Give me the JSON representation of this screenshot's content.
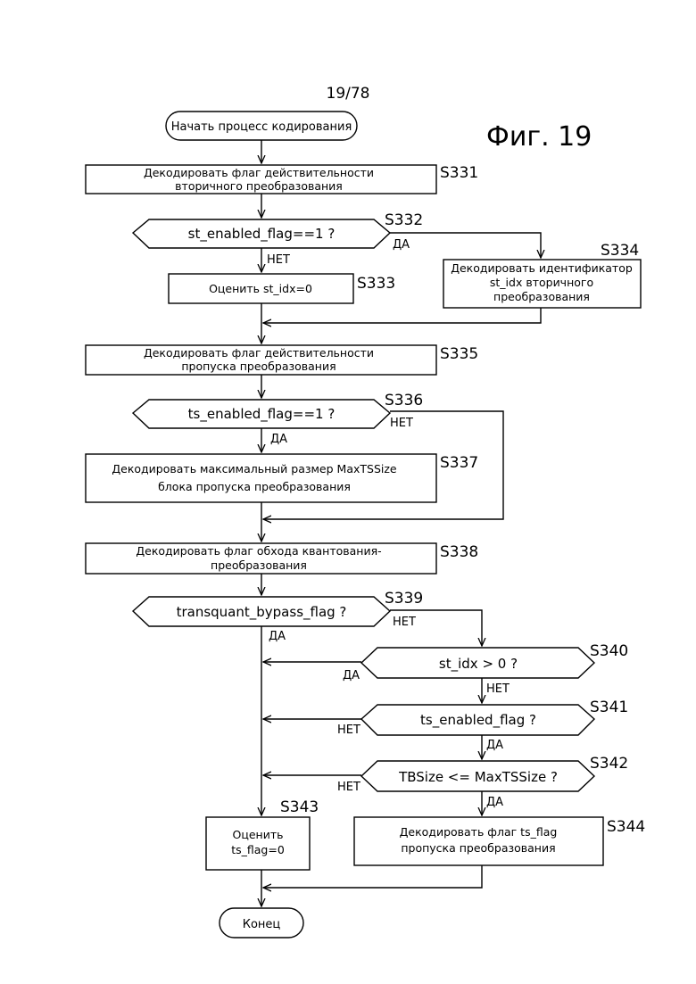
{
  "page_number": "19/78",
  "figure_title": "Фиг. 19",
  "nodes": {
    "start": {
      "text": "Начать процесс кодирования"
    },
    "s331": {
      "step": "S331",
      "lines": [
        "Декодировать флаг действительности",
        "вторичного преобразования"
      ]
    },
    "s332": {
      "step": "S332",
      "text": "st_enabled_flag==1 ?"
    },
    "s333": {
      "step": "S333",
      "text": "Оценить st_idx=0"
    },
    "s334": {
      "step": "S334",
      "lines": [
        "Декодировать идентификатор",
        "st_idx вторичного",
        "преобразования"
      ]
    },
    "s335": {
      "step": "S335",
      "lines": [
        "Декодировать флаг действительности",
        "пропуска преобразования"
      ]
    },
    "s336": {
      "step": "S336",
      "text": "ts_enabled_flag==1 ?"
    },
    "s337": {
      "step": "S337",
      "lines": [
        "Декодировать максимальный размер MaxTSSize",
        "блока пропуска преобразования"
      ]
    },
    "s338": {
      "step": "S338",
      "lines": [
        "Декодировать флаг обхода квантования-",
        "преобразования"
      ]
    },
    "s339": {
      "step": "S339",
      "text": "transquant_bypass_flag ?"
    },
    "s340": {
      "step": "S340",
      "text": "st_idx > 0 ?"
    },
    "s341": {
      "step": "S341",
      "text": "ts_enabled_flag ?"
    },
    "s342": {
      "step": "S342",
      "text": "TBSize <= MaxTSSize ?"
    },
    "s343": {
      "step": "S343",
      "lines": [
        "Оценить",
        "ts_flag=0"
      ]
    },
    "s344": {
      "step": "S344",
      "lines": [
        "Декодировать флаг ts_flag",
        "пропуска преобразования"
      ]
    },
    "end": {
      "text": "Конец"
    }
  },
  "branch_labels": {
    "s332_yes": "ДА",
    "s332_no": "НЕТ",
    "s336_no": "НЕТ",
    "s336_yes": "ДА",
    "s339_no": "НЕТ",
    "s339_yes": "ДА",
    "s340_yes": "ДА",
    "s340_no": "НЕТ",
    "s341_no": "НЕТ",
    "s341_yes": "ДА",
    "s342_no": "НЕТ",
    "s342_yes": "ДА"
  }
}
